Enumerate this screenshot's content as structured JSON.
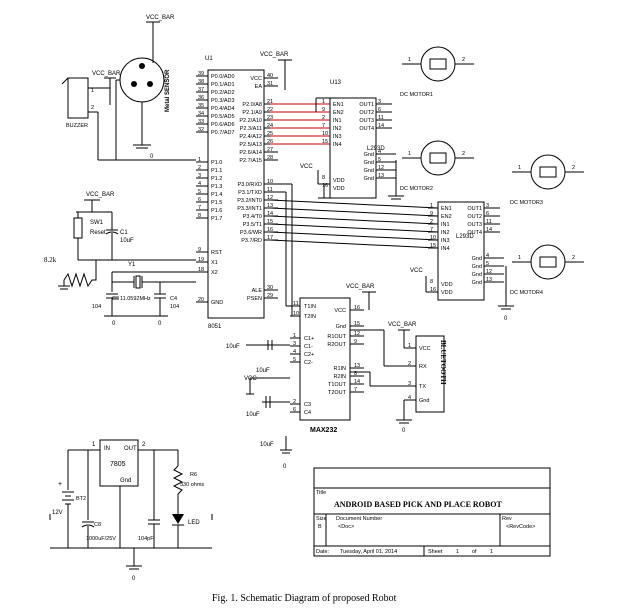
{
  "caption": "Fig. 1. Schematic Diagram of proposed Robot",
  "title_block": {
    "title_label": "Title",
    "title": "ANDROID BASED PICK AND PLACE ROBOT",
    "size_label": "Size",
    "size": "B",
    "docnum_label": "Document Number",
    "docnum": "<Doc>",
    "rev_label": "Rev",
    "rev": "<RevCode>",
    "date_label": "Date:",
    "date": "Tuesday, April 01, 2014",
    "sheet_label": "Sheet",
    "sheet": "1",
    "of_label": "of",
    "of": "1"
  },
  "power": {
    "vcc": "VCC_BAR"
  },
  "u1": {
    "ref": "U1",
    "part": "8051",
    "left_pins": [
      "P0.0/AD0",
      "P0.1/AD1",
      "P0.2/AD2",
      "P0.3/AD3",
      "P0.4/AD4",
      "P0.5/AD5",
      "P0.6/AD6",
      "P0.7/AD7",
      "P1.0",
      "P1.1",
      "P1.2",
      "P1.3",
      "P1.4",
      "P1.5",
      "P1.6",
      "P1.7",
      "RST",
      "X1",
      "X2",
      "GND"
    ],
    "left_nums": [
      "39",
      "38",
      "37",
      "36",
      "35",
      "34",
      "33",
      "32",
      "1",
      "2",
      "3",
      "4",
      "5",
      "6",
      "7",
      "8",
      "9",
      "19",
      "18",
      "20"
    ],
    "right_pins": [
      "VCC",
      "EA",
      "P2.0/A8",
      "P2.1/A9",
      "P2.2/A10",
      "P2.3/A11",
      "P2.4/A12",
      "P2.5/A13",
      "P2.6/A14",
      "P2.7/A15",
      "P3.0/RXD",
      "P3.1/TXD",
      "P3.2/INT0",
      "P3.3/INT1",
      "P3.4/T0",
      "P3.5/T1",
      "P3.6/WR",
      "P3.7/RD",
      "ALE",
      "PSEN"
    ],
    "right_nums": [
      "40",
      "31",
      "21",
      "22",
      "23",
      "24",
      "25",
      "26",
      "27",
      "28",
      "10",
      "11",
      "12",
      "13",
      "14",
      "15",
      "16",
      "17",
      "30",
      "29"
    ]
  },
  "driver_pins": {
    "left": [
      "EN1",
      "EN2",
      "IN1",
      "IN2",
      "IN3",
      "IN4"
    ],
    "left_nums": [
      "1",
      "9",
      "2",
      "7",
      "10",
      "15"
    ],
    "right": [
      "OUT1",
      "OUT2",
      "OUT3",
      "OUT4"
    ],
    "right_nums": [
      "3",
      "6",
      "11",
      "14"
    ],
    "gnd": [
      "Gnd",
      "Gnd",
      "Gnd",
      "Gnd"
    ],
    "gnd_nums": [
      "4",
      "5",
      "12",
      "13"
    ],
    "vdd": [
      "VDD",
      "VDD"
    ],
    "vdd_nums": [
      "8",
      "16"
    ]
  },
  "u13": {
    "ref": "U13",
    "part": "L293D"
  },
  "u2": {
    "part": "L293D"
  },
  "motors": [
    "DC MOTOR1",
    "DC MOTOR2",
    "DC MOTOR3",
    "DC MOTOR4"
  ],
  "motor_pin1": "1",
  "motor_pin2": "2",
  "sensor": {
    "label": "Metal SENSOR"
  },
  "buzzer": {
    "label": "BUZZER",
    "pin1": "1",
    "pin2": "2"
  },
  "reset": {
    "sw": "SW1",
    "sw_label": "Reset",
    "c1": "C1",
    "c1_val": "10uF",
    "r": "8.2k"
  },
  "crystal": {
    "ref": "Y1",
    "freq": "11.0592MHz",
    "c3": "C3",
    "c4": "C4",
    "c_val": "104"
  },
  "max232": {
    "part": "MAX232",
    "pins": [
      "T1IN",
      "T2IN",
      "C1+",
      "C1-",
      "C2+",
      "C2-",
      "C3",
      "C4",
      "VCC",
      "Gnd",
      "R1OUT",
      "R2OUT",
      "R1IN",
      "R2IN",
      "T1OUT",
      "T2OUT"
    ],
    "nums": [
      "11",
      "10",
      "1",
      "3",
      "4",
      "5",
      "2",
      "6",
      "16",
      "15",
      "12",
      "9",
      "13",
      "8",
      "14",
      "7"
    ],
    "caps": [
      "10uF",
      "10uF",
      "10uF",
      "10uF"
    ]
  },
  "bluetooth": {
    "label": "BLUETOOTH",
    "pins": [
      "VCC",
      "RX",
      "TX",
      "Gnd"
    ],
    "nums": [
      "1",
      "2",
      "3",
      "4"
    ]
  },
  "supply": {
    "reg": "7805",
    "in": "IN",
    "out": "OUT",
    "gnd": "Gnd",
    "reg_nums": [
      "1",
      "2"
    ],
    "bt": "BT2",
    "bt_val": "12V",
    "plus": "+",
    "c8": "C8",
    "c8_val": "1000uF/25V",
    "c_val": "104pF",
    "r6": "R6",
    "r6_val": "330 ohms",
    "led": "LED"
  }
}
